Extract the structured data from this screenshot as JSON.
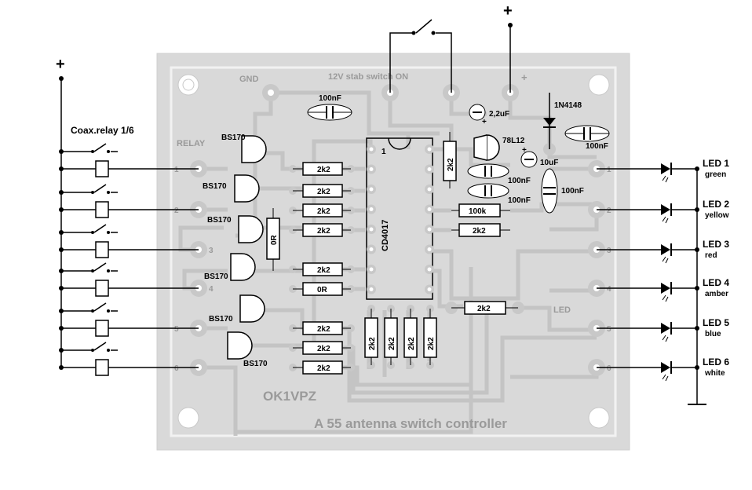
{
  "power": {
    "plus_left": "+",
    "plus_top": "+",
    "plus_pcb": "+"
  },
  "board": {
    "title": "A 55 antenna switch controller",
    "author": "OK1VPZ",
    "gnd_label": "GND",
    "switch_label": "12V stab switch ON",
    "relay_label": "RELAY",
    "led_label": "LED"
  },
  "relay": {
    "title": "Coax.relay 1/6"
  },
  "relay_pads": [
    "1",
    "2",
    "3",
    "4",
    "5",
    "6"
  ],
  "led_pads": [
    "1",
    "2",
    "3",
    "4",
    "5",
    "6"
  ],
  "transistors": [
    "BS170",
    "BS170",
    "BS170",
    "BS170",
    "BS170",
    "BS170"
  ],
  "ic": {
    "name": "CD4017",
    "pin1": "1"
  },
  "regulator": {
    "name": "78L12"
  },
  "diode": {
    "name": "1N4148"
  },
  "capacitors": {
    "c_top": "100nF",
    "c_elec1": "2,2uF",
    "c_right": "100nF",
    "c_elec2": "10uF",
    "c_mid1": "100nF",
    "c_mid2": "100nF",
    "c_big": "100nF"
  },
  "resistors": {
    "gate": [
      "2k2",
      "2k2",
      "2k2",
      "2k2",
      "2k2",
      "0R",
      "2k2",
      "2k2",
      "2k2"
    ],
    "vert_0r": "0R",
    "vert_top": "2k2",
    "r100k": "100k",
    "r_mid": "2k2",
    "r_led": "2k2",
    "bottom": [
      "2k2",
      "2k2",
      "2k2",
      "2k2"
    ]
  },
  "leds": [
    {
      "label": "LED 1",
      "color": "green"
    },
    {
      "label": "LED 2",
      "color": "yellow"
    },
    {
      "label": "LED 3",
      "color": "red"
    },
    {
      "label": "LED 4",
      "color": "amber"
    },
    {
      "label": "LED 5",
      "color": "blue"
    },
    {
      "label": "LED 6",
      "color": "white"
    }
  ]
}
